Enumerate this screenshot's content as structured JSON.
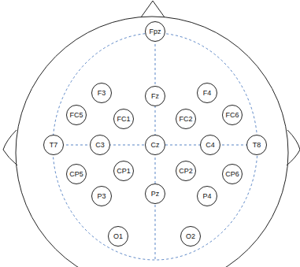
{
  "diagram": {
    "nodes": [
      {
        "text": [
          "Fpz"
        ]
      },
      {
        "text": [
          "F3"
        ]
      },
      {
        "text": [
          "Fz"
        ]
      },
      {
        "text": [
          "F4"
        ]
      },
      {
        "text": [
          "FC5"
        ]
      },
      {
        "text": [
          "FC1"
        ]
      },
      {
        "text": [
          "FC2"
        ]
      },
      {
        "text": [
          "FC6"
        ]
      },
      {
        "text": [
          "T7"
        ]
      },
      {
        "text": [
          "C3"
        ]
      },
      {
        "text": [
          "Cz"
        ]
      },
      {
        "text": [
          "C4"
        ]
      },
      {
        "text": [
          "T8"
        ]
      },
      {
        "text": [
          "CP5"
        ]
      },
      {
        "text": [
          "CP1"
        ]
      },
      {
        "text": [
          "CP2"
        ]
      },
      {
        "text": [
          "CP6"
        ]
      },
      {
        "text": [
          "P3"
        ]
      },
      {
        "text": [
          "Pz"
        ]
      },
      {
        "text": [
          "P4"
        ]
      },
      {
        "text": [
          "O1"
        ]
      },
      {
        "text": [
          "O2"
        ]
      }
    ]
  }
}
